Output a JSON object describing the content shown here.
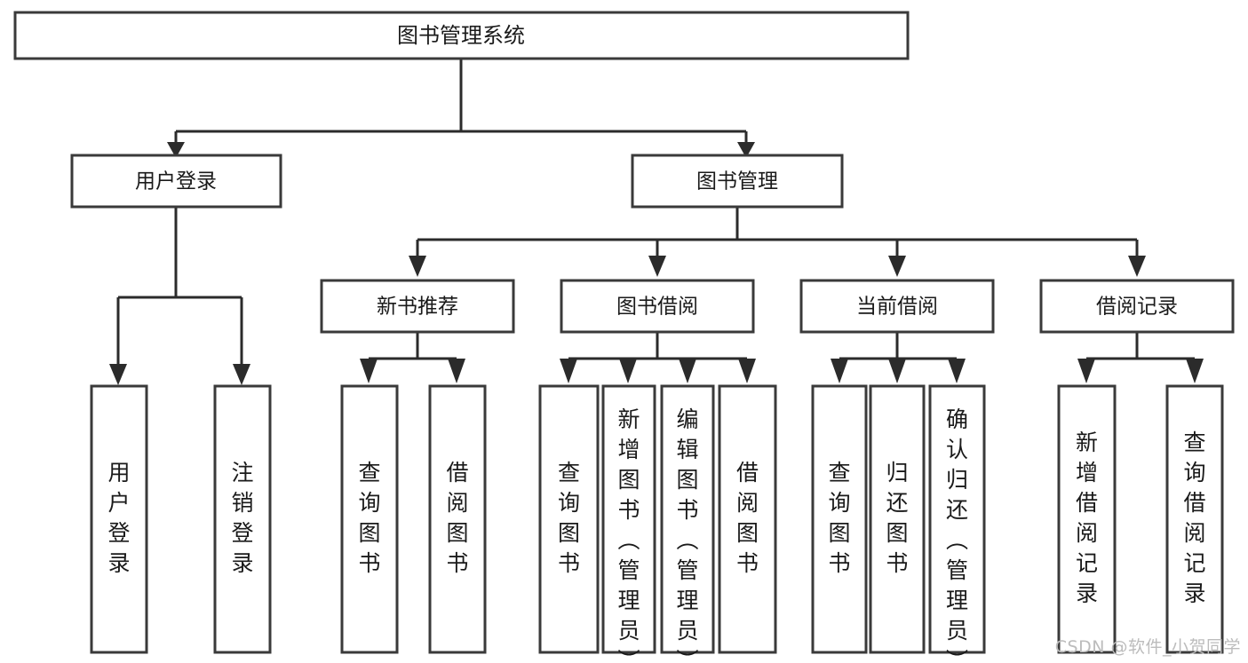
{
  "diagram": {
    "type": "tree",
    "title": "图书管理系统",
    "watermark": "CSDN @软件_小贺同学",
    "colors": {
      "box_fill": "#ffffff",
      "box_stroke": "#3a3a3a",
      "connector": "#2b2b2b",
      "text": "#1a1a1a",
      "watermark": "#bcbcbc",
      "background": "#ffffff"
    },
    "root": {
      "label": "图书管理系统"
    },
    "level2": [
      {
        "label": "用户登录"
      },
      {
        "label": "图书管理"
      }
    ],
    "level3": [
      {
        "label": "新书推荐"
      },
      {
        "label": "图书借阅"
      },
      {
        "label": "当前借阅"
      },
      {
        "label": "借阅记录"
      }
    ],
    "leaves": {
      "user_login": [
        {
          "label": "用户登录"
        },
        {
          "label": "注销登录"
        }
      ],
      "new_book_recommend": [
        {
          "label": "查询图书"
        },
        {
          "label": "借阅图书"
        }
      ],
      "book_borrow": [
        {
          "label": "查询图书"
        },
        {
          "label": "新增图书（管理员）"
        },
        {
          "label": "编辑图书（管理员）"
        },
        {
          "label": "借阅图书"
        }
      ],
      "current_borrow": [
        {
          "label": "查询图书"
        },
        {
          "label": "归还图书"
        },
        {
          "label": "确认归还（管理员）"
        }
      ],
      "borrow_records": [
        {
          "label": "新增借阅记录"
        },
        {
          "label": "查询借阅记录"
        }
      ]
    }
  }
}
